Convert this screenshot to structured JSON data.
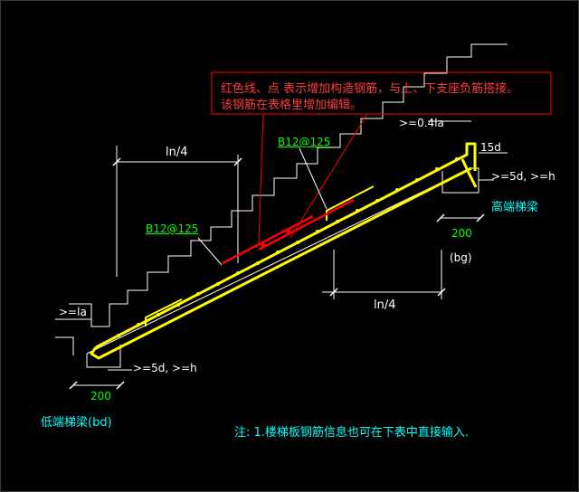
{
  "note_box": {
    "line1": "红色线、点 表示增加构造钢筋，与上、下支座负筋搭接。",
    "line2": "该钢筋在表格里增加编辑。"
  },
  "labels": {
    "ln4_top": "ln/4",
    "ln4_bottom": "ln/4",
    "rebar_upper": "B12@125",
    "rebar_lower": "B12@125",
    "anchor_04la": ">=0.4la",
    "anchor_15d": "15d",
    "anchor_5d_high": ">=5d, >=h",
    "anchor_la": ">=la",
    "anchor_5d_low": ">=5d, >=h",
    "dim_200_high": "200",
    "bg": "(bg)",
    "dim_200_low": "200",
    "high_beam": "高端梯梁",
    "low_beam": "低端梯梁(bd)",
    "footnote": "注: 1.楼梯板钢筋信息也可在下表中直接输入."
  },
  "colors": {
    "background": "#000000",
    "lines": "#ffffff",
    "rebar": "#ffff00",
    "added_rebar": "#ff0000",
    "label_green": "#00ff00",
    "label_cyan": "#00ffff",
    "note_border": "#ff0000"
  }
}
